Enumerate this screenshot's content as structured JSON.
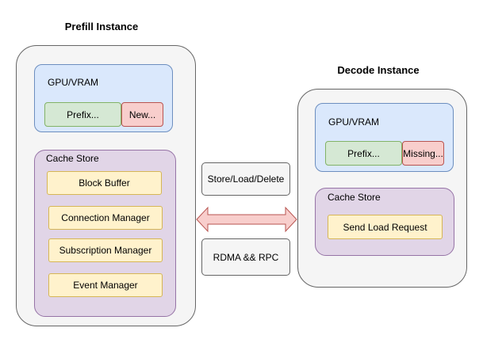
{
  "prefill": {
    "title": "Prefill Instance",
    "gpu": {
      "label": "GPU/VRAM",
      "prefix_block": "Prefix...",
      "new_block": "New..."
    },
    "cache_store": {
      "label": "Cache Store",
      "components": [
        "Block Buffer",
        "Connection Manager",
        "Subscription Manager",
        "Event Manager"
      ]
    }
  },
  "decode": {
    "title": "Decode Instance",
    "gpu": {
      "label": "GPU/VRAM",
      "prefix_block": "Prefix...",
      "missing_block": "Missing..."
    },
    "cache_store": {
      "label": "Cache Store",
      "request": "Send Load Request"
    }
  },
  "link": {
    "operations": "Store/Load/Delete",
    "transport": "RDMA && RPC"
  },
  "colors": {
    "arrow_fill": "#f8cecc",
    "arrow_stroke": "#b85450"
  }
}
